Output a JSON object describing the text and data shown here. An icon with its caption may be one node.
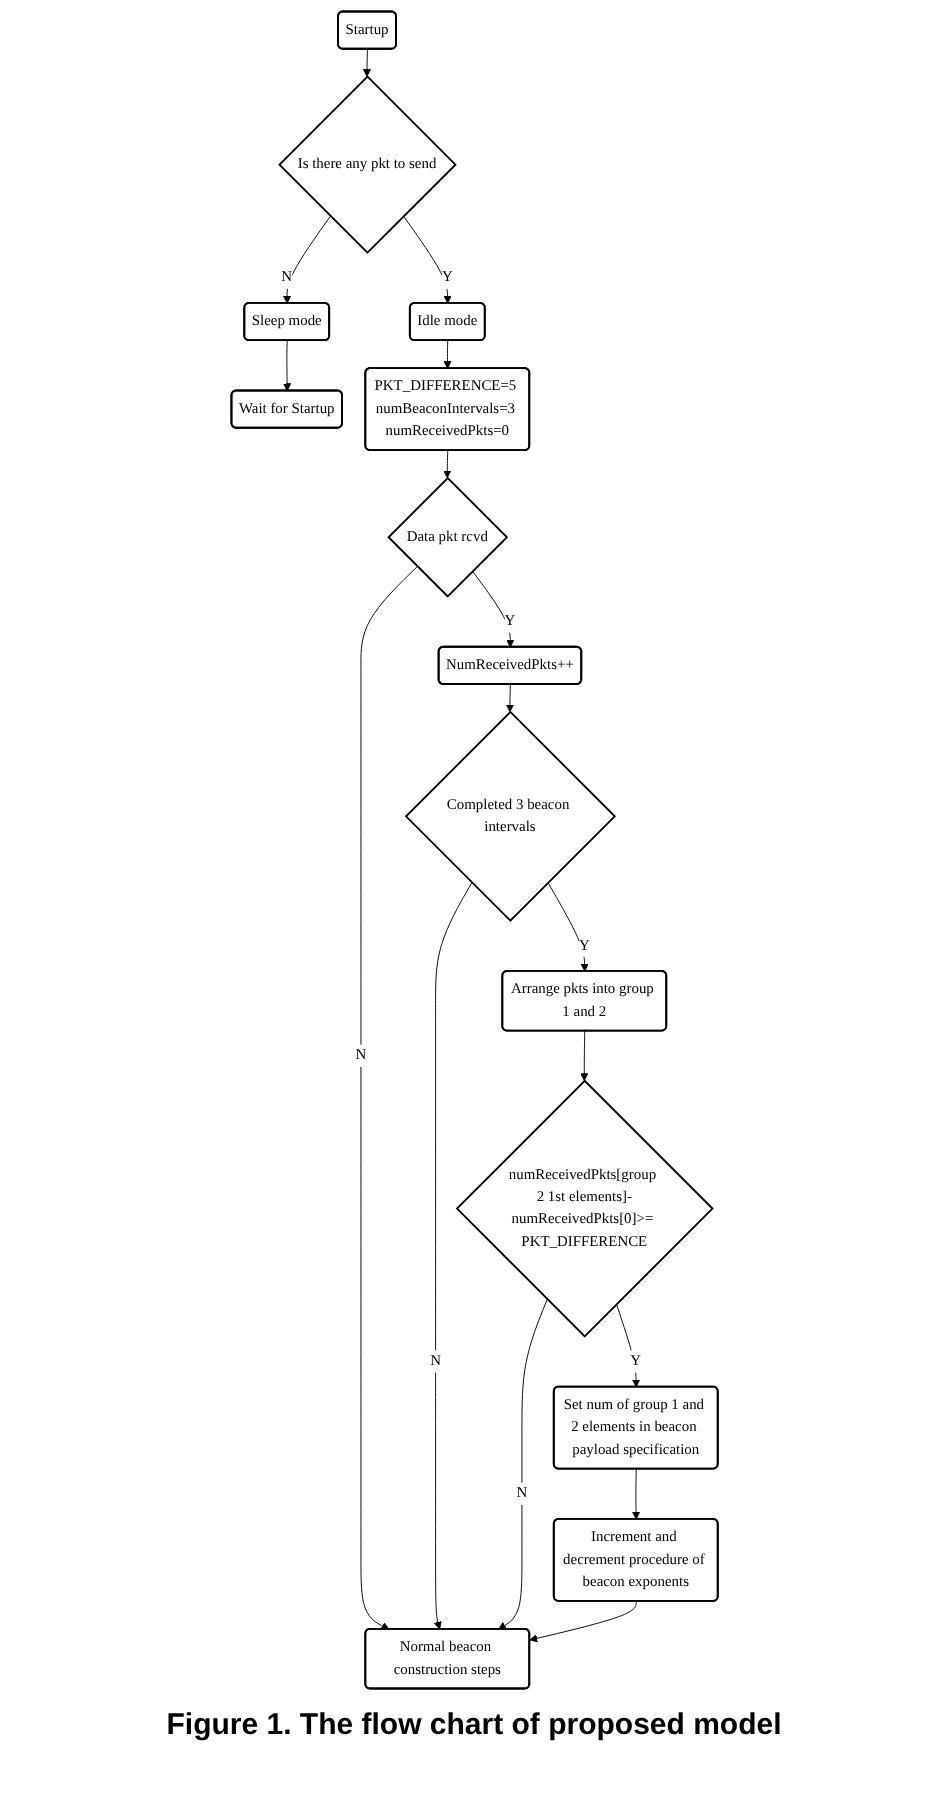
{
  "diagram": {
    "caption": "Figure 1. The flow chart of proposed model",
    "nodes": [
      {
        "text": [
          "Startup"
        ]
      },
      {
        "text": [
          "Is there any pkt to send"
        ]
      },
      {
        "text": [
          "Sleep mode"
        ]
      },
      {
        "text": [
          "Wait for Startup"
        ]
      },
      {
        "text": [
          "Idle mode"
        ]
      },
      {
        "text": [
          "PKT_DIFFERENCE=5 numBeaconIntervals=3 numReceivedPkts=0"
        ]
      },
      {
        "text": [
          "Data pkt rcvd"
        ]
      },
      {
        "text": [
          "NumReceivedPkts++"
        ]
      },
      {
        "text": [
          "Normal beacon construction steps"
        ]
      },
      {
        "text": [
          "Completed 3 beacon intervals"
        ]
      },
      {
        "text": [
          "Increment and decrement procedure of beacon exponents"
        ]
      },
      {
        "text": [
          "Arrange pkts into group 1 and 2"
        ]
      },
      {
        "text": [
          "numReceivedPkts[group 2 1st elements]-numReceivedPkts[0]>= PKT_DIFFERENCE"
        ]
      },
      {
        "text": [
          "Set num of group 1 and 2 elements in beacon payload specification"
        ]
      }
    ],
    "edges": [
      {
        "from": 0,
        "to": 1,
        "arrow": "to"
      },
      {
        "from": 1,
        "to": 2,
        "arrow": "to",
        "label": "N"
      },
      {
        "from": 2,
        "to": 3,
        "arrow": "to"
      },
      {
        "from": 1,
        "to": 4,
        "arrow": "to",
        "label": "Y"
      },
      {
        "from": 4,
        "to": 5,
        "arrow": "to"
      },
      {
        "from": 5,
        "to": 6,
        "arrow": "to"
      },
      {
        "from": 6,
        "to": 8,
        "arrow": "to",
        "label": "N"
      },
      {
        "from": 6,
        "to": 7,
        "arrow": "to",
        "label": "Y"
      },
      {
        "from": 7,
        "to": 9,
        "arrow": "to"
      },
      {
        "from": 9,
        "to": 8,
        "arrow": "to",
        "label": "N"
      },
      {
        "from": 9,
        "to": 11,
        "arrow": "to",
        "label": "Y"
      },
      {
        "from": 11,
        "to": 12,
        "arrow": "to"
      },
      {
        "from": 12,
        "to": 8,
        "arrow": "to",
        "label": "N"
      },
      {
        "from": 12,
        "to": 13,
        "arrow": "to",
        "label": "Y"
      },
      {
        "from": 13,
        "to": 10,
        "arrow": "to"
      },
      {
        "from": 10,
        "to": 8,
        "arrow": "to"
      }
    ]
  }
}
